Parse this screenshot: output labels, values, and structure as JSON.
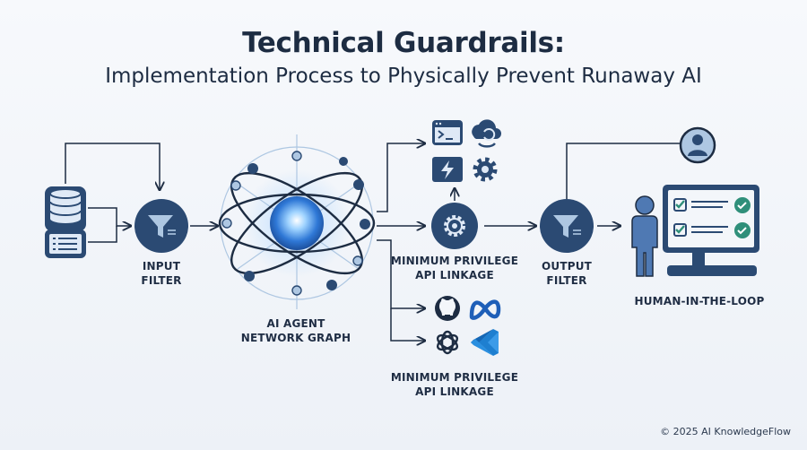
{
  "header": {
    "title": "Technical Guardrails:",
    "subtitle": "Implementation Process to Physically Prevent Runaway AI"
  },
  "nodes": {
    "input_filter": {
      "line1": "INPUT",
      "line2": "FILTER"
    },
    "ai_agent": {
      "line1": "AI AGENT",
      "line2": "NETWORK GRAPH"
    },
    "api_linkage_top": {
      "line1": "MINIMUM PRIVILEGE",
      "line2": "API LINKAGE"
    },
    "api_linkage_bottom": {
      "line1": "MINIMUM PRIVILEGE",
      "line2": "API LINKAGE"
    },
    "output_filter": {
      "line1": "OUTPUT",
      "line2": "FILTER"
    },
    "human_in_loop": {
      "line1": "HUMAN-IN-THE-LOOP"
    }
  },
  "icons": {
    "sources": [
      "database-icon",
      "document-icon"
    ],
    "api_tools_top": [
      "terminal-icon",
      "cloud-sync-icon",
      "lightning-box-icon",
      "gear-icon"
    ],
    "api_tools_bottom": [
      "github-icon",
      "meta-icon",
      "openai-icon",
      "vscode-icon"
    ]
  },
  "colors": {
    "navy": "#2b4a73",
    "dark": "#1d2c42",
    "node_light": "#aec7e2",
    "accent_green": "#2f8f7a",
    "vscode_blue": "#1e7fd0"
  },
  "footer": {
    "copyright": "© 2025 AI KnowledgeFlow"
  }
}
